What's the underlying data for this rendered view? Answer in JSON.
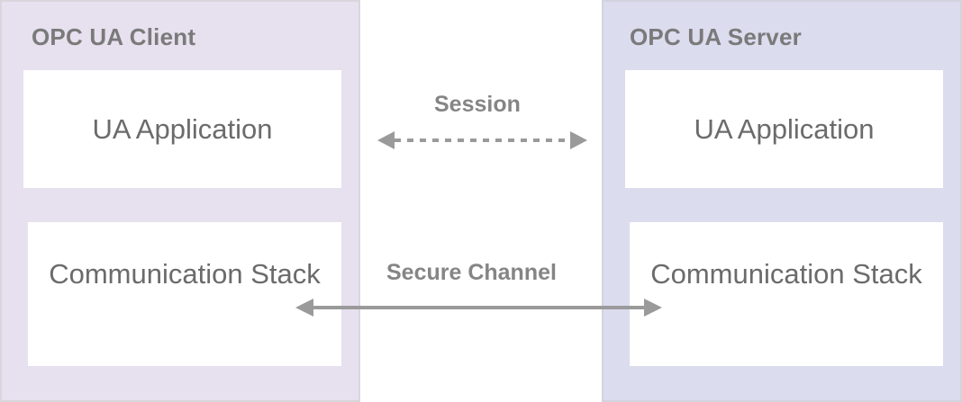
{
  "client": {
    "title": "OPC UA Client",
    "application_label": "UA Application",
    "stack_label": "Communication Stack"
  },
  "server": {
    "title": "OPC UA Server",
    "application_label": "UA Application",
    "stack_label": "Communication Stack"
  },
  "connections": {
    "session_label": "Session",
    "secure_channel_label": "Secure Channel"
  },
  "colors": {
    "client_background": "#e7e0ee",
    "server_background": "#dcdcef",
    "box_background": "#ffffff",
    "text": "#6b6b6b",
    "arrow": "#9a9a9a"
  }
}
